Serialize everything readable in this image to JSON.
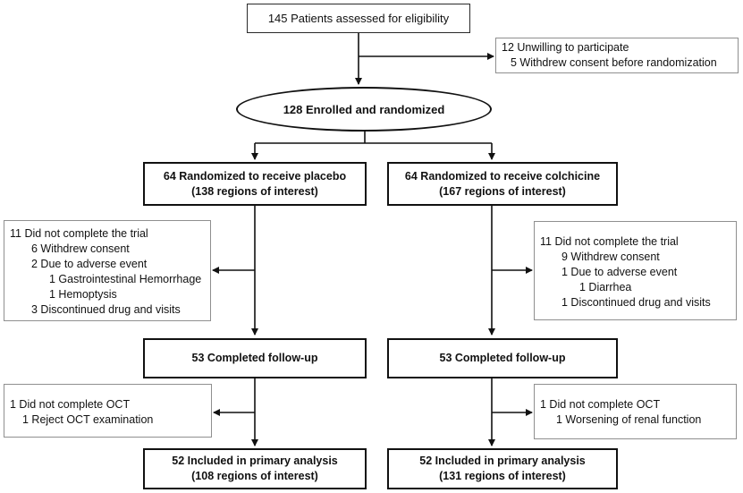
{
  "eligibility": "145 Patients assessed for eligibility",
  "excluded": [
    "12 Unwilling to participate",
    "5 Withdrew consent before randomization"
  ],
  "enrolled": "128 Enrolled and randomized",
  "placebo": {
    "arm_line1": "64 Randomized to receive placebo",
    "arm_line2": "(138 regions of interest)",
    "not_completed": {
      "title": "11 Did not complete the trial",
      "withdrew": "6 Withdrew consent",
      "adverse": "2 Due to adverse event",
      "adverse_1": "1 Gastrointestinal Hemorrhage",
      "adverse_2": "1 Hemoptysis",
      "discontinued": "3 Discontinued drug and visits"
    },
    "completed": "53 Completed follow-up",
    "oct": {
      "title": "1 Did not complete OCT",
      "reason": "1 Reject OCT examination"
    },
    "analysis_line1": "52 Included in primary analysis",
    "analysis_line2": "(108 regions of interest)"
  },
  "colchicine": {
    "arm_line1": "64 Randomized to receive colchicine",
    "arm_line2": "(167 regions of interest)",
    "not_completed": {
      "title": "11 Did not complete the trial",
      "withdrew": "9 Withdrew consent",
      "adverse": "1 Due to adverse event",
      "adverse_1": "1 Diarrhea",
      "discontinued": "1 Discontinued drug and visits"
    },
    "completed": "53 Completed follow-up",
    "oct": {
      "title": "1 Did not complete OCT",
      "reason": "1 Worsening of renal function"
    },
    "analysis_line1": "52 Included in primary analysis",
    "analysis_line2": "(131 regions of interest)"
  }
}
